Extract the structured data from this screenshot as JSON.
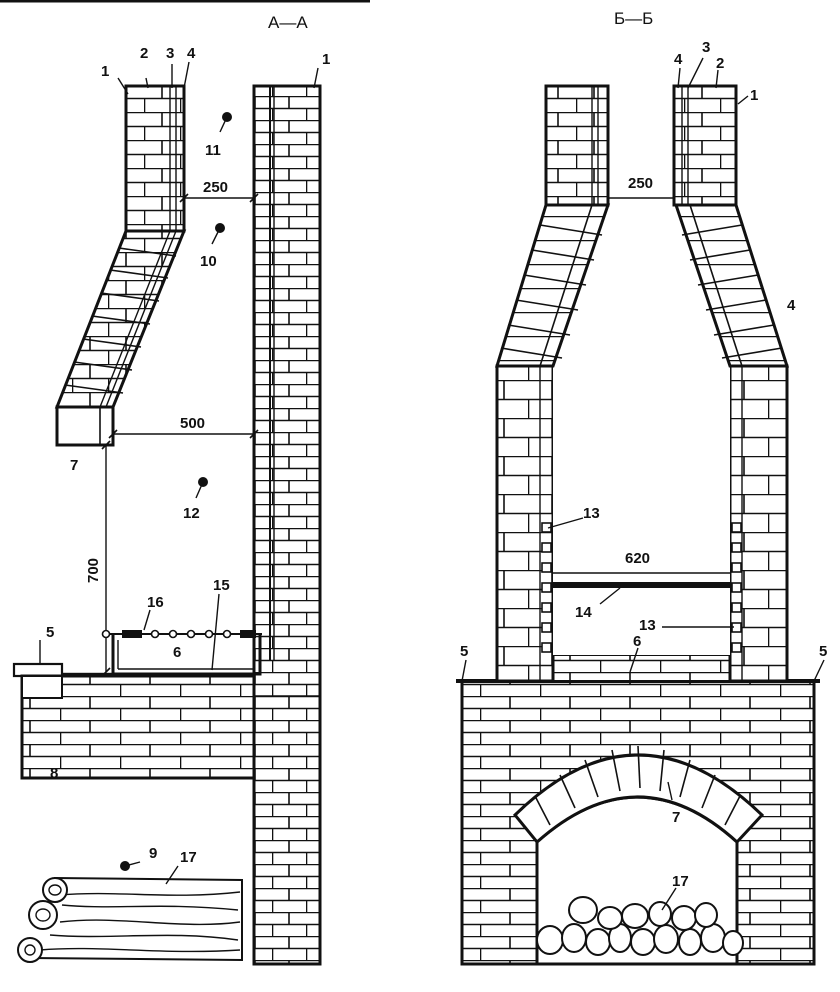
{
  "sections": {
    "left_title": "А—А",
    "right_title": "Б—Б"
  },
  "dimensions": {
    "left_top_width": "250",
    "left_mid_width": "500",
    "left_height": "700",
    "right_top_width": "250",
    "right_grate_width": "620"
  },
  "left_labels": {
    "l1a": "1",
    "l2": "2",
    "l3": "3",
    "l4": "4",
    "l1b": "1",
    "l11": "11",
    "l10": "10",
    "l7": "7",
    "l12": "12",
    "l16": "16",
    "l15": "15",
    "l5": "5",
    "l6": "6",
    "l8": "8",
    "l9": "9",
    "l17": "17"
  },
  "right_labels": {
    "r4a": "4",
    "r3": "3",
    "r2": "2",
    "r1": "1",
    "r4b": "4",
    "r13a": "13",
    "r14": "14",
    "r13b": "13",
    "r5a": "5",
    "r6": "6",
    "r5b": "5",
    "r7": "7",
    "r17": "17"
  }
}
